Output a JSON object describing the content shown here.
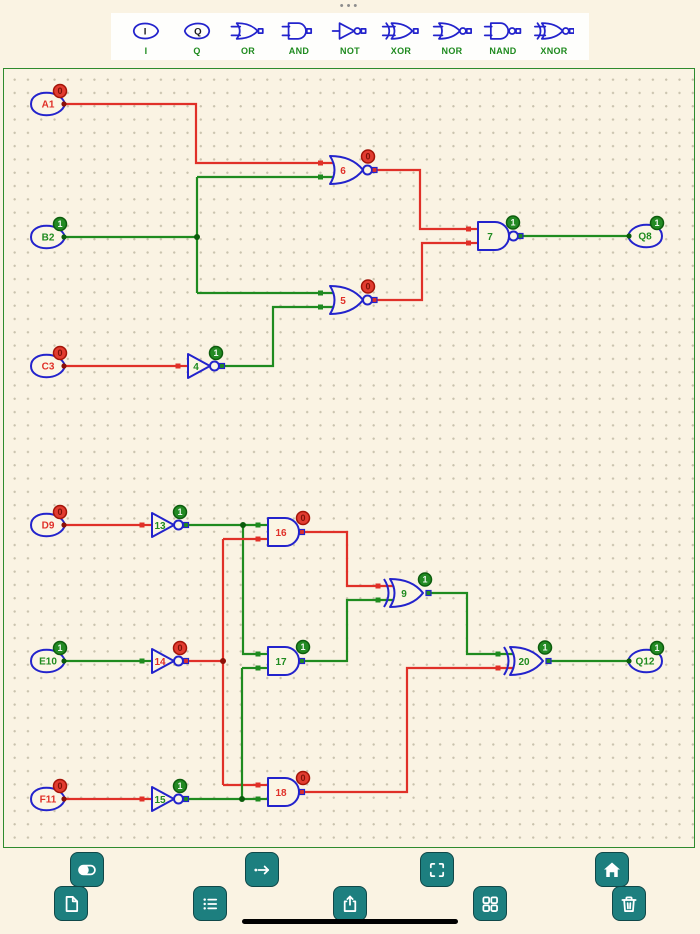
{
  "system": {
    "multitask_handle": "•••"
  },
  "palette": {
    "items": [
      {
        "label": "I",
        "icon": "input-node-icon"
      },
      {
        "label": "Q",
        "icon": "output-node-icon"
      },
      {
        "label": "OR",
        "icon": "or-gate-icon"
      },
      {
        "label": "AND",
        "icon": "and-gate-icon"
      },
      {
        "label": "NOT",
        "icon": "not-gate-icon"
      },
      {
        "label": "XOR",
        "icon": "xor-gate-icon"
      },
      {
        "label": "NOR",
        "icon": "nor-gate-icon"
      },
      {
        "label": "NAND",
        "icon": "nand-gate-icon"
      },
      {
        "label": "XNOR",
        "icon": "xnor-gate-icon"
      }
    ]
  },
  "circuit": {
    "inputs": [
      {
        "name": "A1",
        "state": "0"
      },
      {
        "name": "B2",
        "state": "1"
      },
      {
        "name": "C3",
        "state": "0"
      },
      {
        "name": "D9",
        "state": "0"
      },
      {
        "name": "E10",
        "state": "1"
      },
      {
        "name": "F11",
        "state": "0"
      }
    ],
    "outputs": [
      {
        "name": "Q8",
        "state": "1"
      },
      {
        "name": "Q12",
        "state": "1"
      }
    ],
    "gates": [
      {
        "id": "4",
        "type": "NOT",
        "state": "1"
      },
      {
        "id": "5",
        "type": "NOR",
        "state": "0"
      },
      {
        "id": "6",
        "type": "NOR",
        "state": "0"
      },
      {
        "id": "7",
        "type": "NAND",
        "state": "1"
      },
      {
        "id": "9",
        "type": "XOR",
        "state": "1"
      },
      {
        "id": "13",
        "type": "NOT",
        "state": "1"
      },
      {
        "id": "14",
        "type": "NOT",
        "state": "0"
      },
      {
        "id": "15",
        "type": "NOT",
        "state": "1"
      },
      {
        "id": "16",
        "type": "AND",
        "state": "0"
      },
      {
        "id": "17",
        "type": "AND",
        "state": "1"
      },
      {
        "id": "18",
        "type": "AND",
        "state": "0"
      },
      {
        "id": "20",
        "type": "XOR",
        "state": "1"
      }
    ]
  },
  "toolbar": {
    "row1": [
      {
        "icon": "toggle-icon"
      },
      {
        "icon": "forward-arrow-icon"
      },
      {
        "icon": "fullscreen-icon"
      },
      {
        "icon": "home-icon"
      }
    ],
    "row2": [
      {
        "icon": "new-file-icon"
      },
      {
        "icon": "list-icon"
      },
      {
        "icon": "share-icon"
      },
      {
        "icon": "grid-icon"
      },
      {
        "icon": "trash-icon"
      }
    ]
  },
  "colors": {
    "high": "#1f8b1f",
    "low": "#e03028",
    "component": "#2323cc",
    "button": "#1d7f7f",
    "canvas_border": "#2e8b2e"
  }
}
